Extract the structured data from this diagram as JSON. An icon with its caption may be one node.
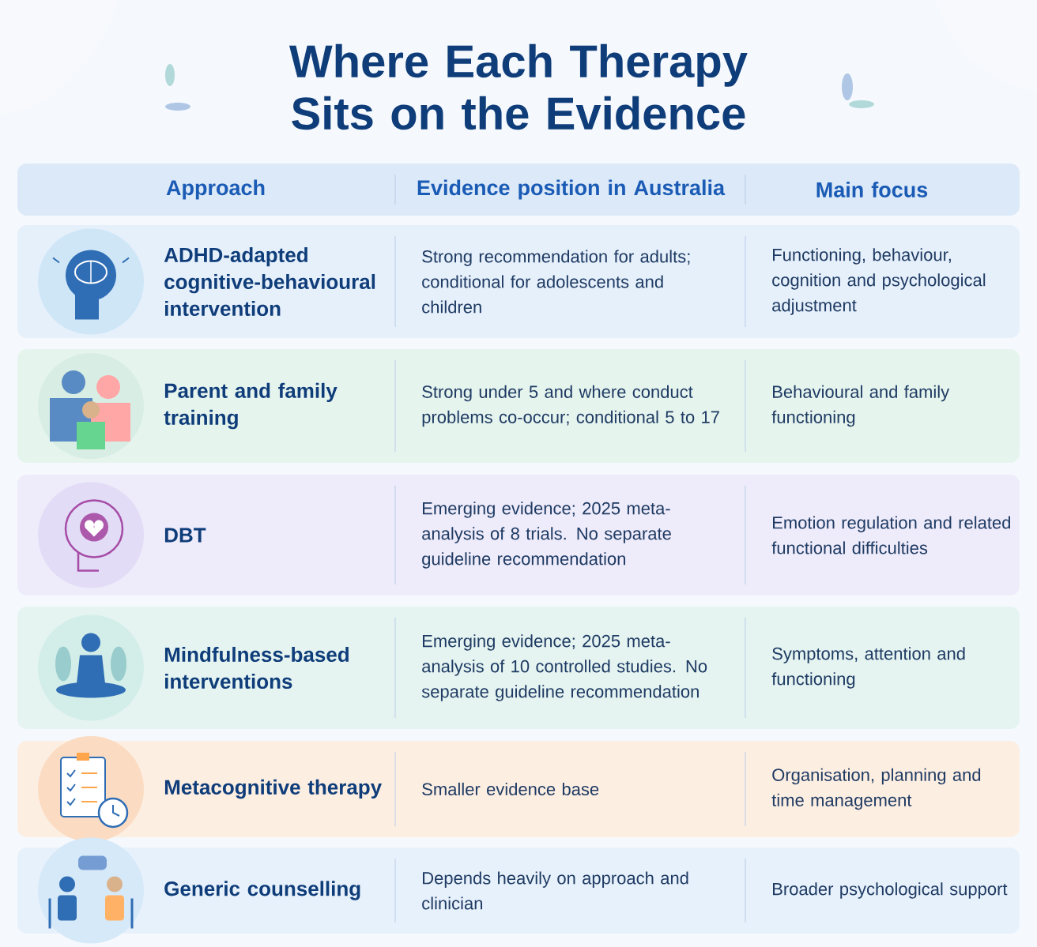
{
  "diagram": {
    "title": "Where Each Therapy Sits on the Evidence",
    "nodes": [
      {
        "text": [
          "Approach",
          "Evidence position in Australia",
          "Main focus"
        ]
      },
      {
        "text": [
          "ADHD-adapted cognitive-behavioural intervention",
          "Strong recommendation for adults; conditional for adolescents and children",
          "Functioning, behaviour, cognition and psychological adjustment"
        ]
      },
      {
        "text": [
          "Parent and family training",
          "Strong under 5 and where conduct problems co-occur; conditional 5 to 17",
          "Behavioural and family functioning"
        ]
      },
      {
        "text": [
          "DBT",
          "Emerging evidence; 2025 meta-analysis of 8 trials. No separate guideline recommendation",
          "Emotion regulation and related functional difficulties"
        ]
      },
      {
        "text": [
          "Mindfulness-based interventions",
          "Emerging evidence; 2025 meta-analysis of 10 controlled studies. No separate guideline recommendation",
          "Symptoms, attention and functioning"
        ]
      },
      {
        "text": [
          "Metacognitive therapy",
          "Smaller evidence base",
          "Organisation, planning and time management"
        ]
      },
      {
        "text": [
          "Generic counselling",
          "Depends heavily on approach and clinician",
          "Broader psychological support"
        ]
      }
    ]
  }
}
